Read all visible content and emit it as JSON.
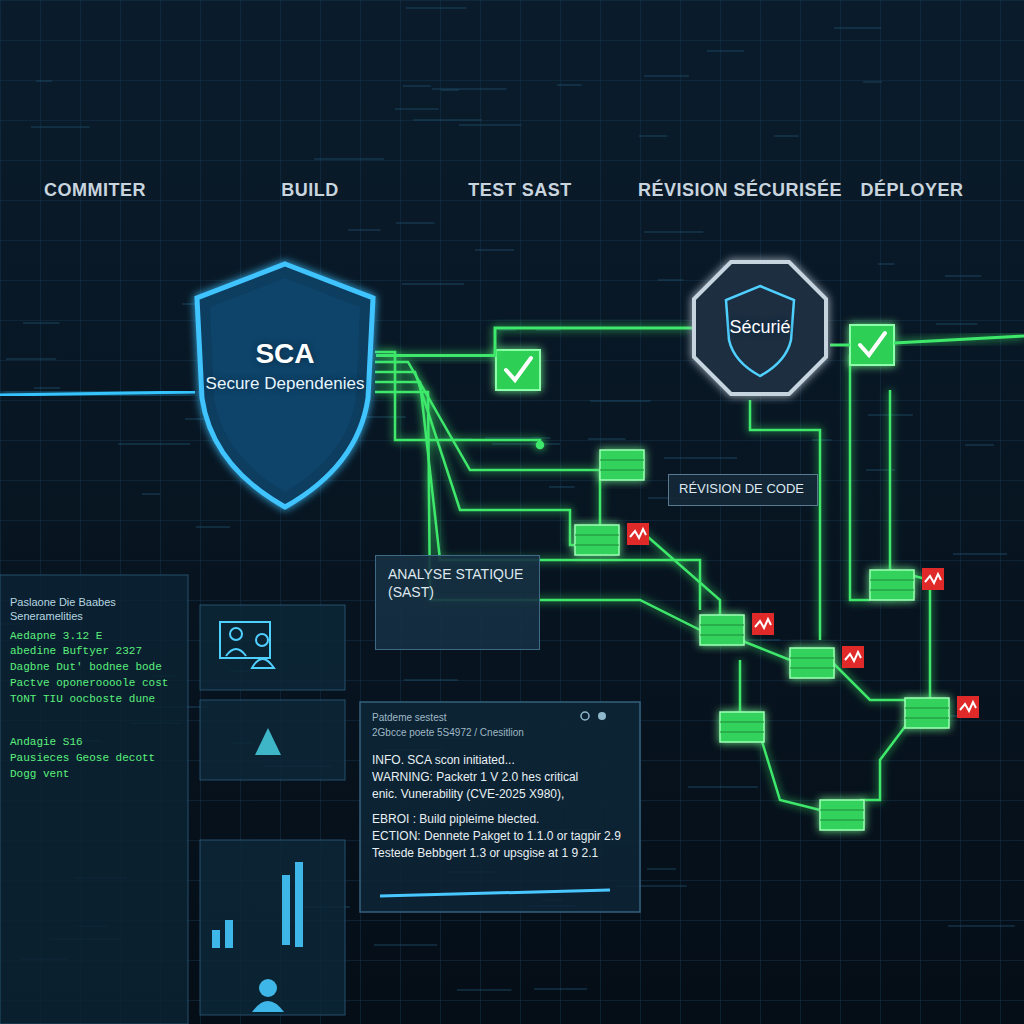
{
  "diagram": {
    "nodes": [
      {
        "text": [
          "SCA",
          "Secure Dependenies"
        ]
      },
      {
        "text": [
          "Sécurié"
        ]
      },
      {
        "text": [
          "RÉVISION DE CODE"
        ]
      },
      {
        "text": [
          "ANALYSE STATIQUE (SAST)"
        ]
      },
      {
        "text": [
          "Patdeme sestest",
          "2Gbcce poete 5S4972 / Cnesitlion",
          "INFO. SCA scon initiated...",
          "WARNING: Packetr 1 V 2.0 hes critical",
          "enic. Vunerability (CVE-2025 X980),",
          "EBROI : Build pipleime blected.",
          "ECTION: Dennete Pakget to 1.1.0 or tagpir 2.9",
          "Testede Bebbgert 1.3 or upsgise at 1 9 2.1"
        ]
      },
      {
        "text": [
          "Paslaone Die Baabes Seneramelities",
          "Aedapne 3.12 E",
          "abedine Buftyer 2327",
          "Dagbne Dut' bodnee bode",
          "Pactve oponeroooole cost",
          "TONT TIU oocboste dune",
          "Andagie S16",
          "Pausieces Geose decott",
          "Dogg vent"
        ]
      }
    ],
    "edges": [
      {
        "from": 0,
        "to": 1,
        "arrow": "none"
      }
    ],
    "labels": [
      "COMMITER",
      "BUILD",
      "TEST SAST",
      "RÉVISION SÉCURISÉE",
      "DÉPLOYER"
    ]
  }
}
